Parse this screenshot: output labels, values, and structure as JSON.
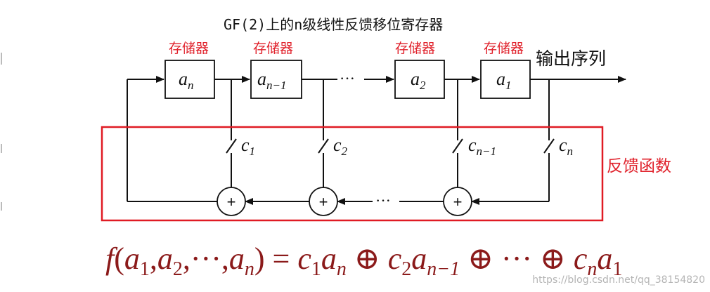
{
  "title": "GF(2)上的n级线性反馈移位寄存器",
  "register_label": "存储器",
  "output_label": "输出序列",
  "feedback_label": "反馈函数",
  "registers": [
    {
      "base": "a",
      "sub": "n"
    },
    {
      "base": "a",
      "sub": "n−1"
    },
    {
      "base": "a",
      "sub": "2"
    },
    {
      "base": "a",
      "sub": "1"
    }
  ],
  "coefficients": [
    {
      "base": "c",
      "sub": "1"
    },
    {
      "base": "c",
      "sub": "2"
    },
    {
      "base": "c",
      "sub": "n−1"
    },
    {
      "base": "c",
      "sub": "n"
    }
  ],
  "ellipsis": "···",
  "xor_symbol": "+",
  "formula": {
    "f": "f",
    "lparen": "(",
    "a": "a",
    "s1": "1",
    "comma1": ",",
    "s2": "2",
    "comma2": ",",
    "mid": "···",
    "comma3": ",",
    "sn": "n",
    "rparen": ")",
    "eq": " = ",
    "c": "c",
    "cs1": "1",
    "as1": "n",
    "op1": " ⊕ ",
    "cs2": "2",
    "as2": "n−1",
    "op2": " ⊕ ··· ⊕ ",
    "cs3": "n",
    "as3": "1"
  },
  "watermark": "https://blog.csdn.net/qq_38154820"
}
